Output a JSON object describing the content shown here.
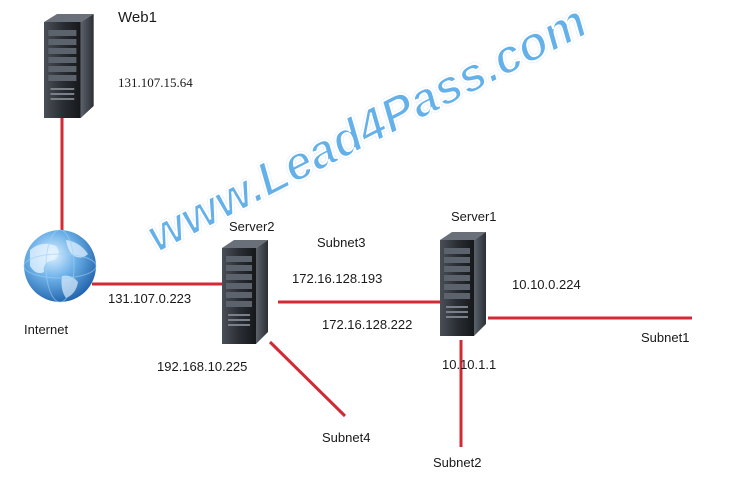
{
  "nodes": {
    "web1": {
      "label": "Web1",
      "ip": "131.107.15.64"
    },
    "internet": {
      "label": "Internet"
    },
    "server2": {
      "label": "Server2",
      "ip_internet": "131.107.0.223",
      "ip_subnet3": "172.16.128.193",
      "ip_subnet4": "192.168.10.225"
    },
    "server1": {
      "label": "Server1",
      "ip_subnet3": "172.16.128.222",
      "ip_subnet1": "10.10.0.224",
      "ip_subnet2": "10.10.1.1"
    }
  },
  "subnets": {
    "subnet1": "Subnet1",
    "subnet2": "Subnet2",
    "subnet3": "Subnet3",
    "subnet4": "Subnet4"
  },
  "watermark": "www.Lead4Pass.com",
  "colors": {
    "link": "#d12a35",
    "server_dark": "#1e2126",
    "server_mid": "#3a3f47",
    "watermark": "#4aa3e6"
  }
}
